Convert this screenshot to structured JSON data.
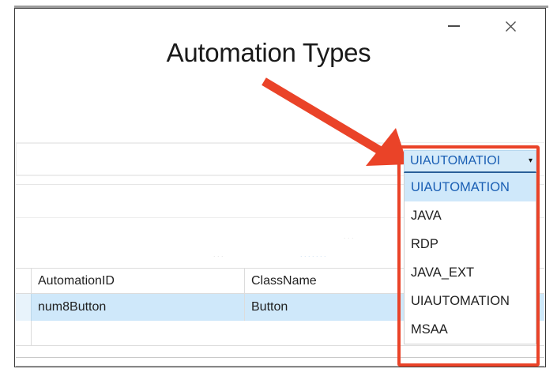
{
  "annotation": {
    "title": "Automation Types",
    "arrow_color": "#ea4328",
    "highlight_color": "#ea4328"
  },
  "window": {
    "controls": [
      {
        "name": "minimize",
        "glyph": "—"
      },
      {
        "name": "close",
        "glyph": "✕"
      }
    ]
  },
  "combobox": {
    "name": "automation-type-combobox",
    "selected_value": "UIAUTOMATIOI",
    "full_value": "UIAUTOMATION",
    "caret_glyph": "▾",
    "expanded": true,
    "options": [
      {
        "label": "UIAUTOMATION",
        "selected": true
      },
      {
        "label": "JAVA",
        "selected": false
      },
      {
        "label": "RDP",
        "selected": false
      },
      {
        "label": "JAVA_EXT",
        "selected": false
      },
      {
        "label": "UIAUTOMATION",
        "selected": false
      },
      {
        "label": "MSAA",
        "selected": false
      }
    ],
    "accent_text_color": "#1a5fb4",
    "selected_bg_color": "#cfe8fa"
  },
  "grid": {
    "name": "elements-table",
    "columns": [
      "",
      "AutomationID",
      "ClassName"
    ],
    "rows": [
      {
        "selected": true,
        "cells": [
          "",
          "num8Button",
          "Button"
        ]
      }
    ],
    "selected_row_color": "#cfe8fa"
  }
}
